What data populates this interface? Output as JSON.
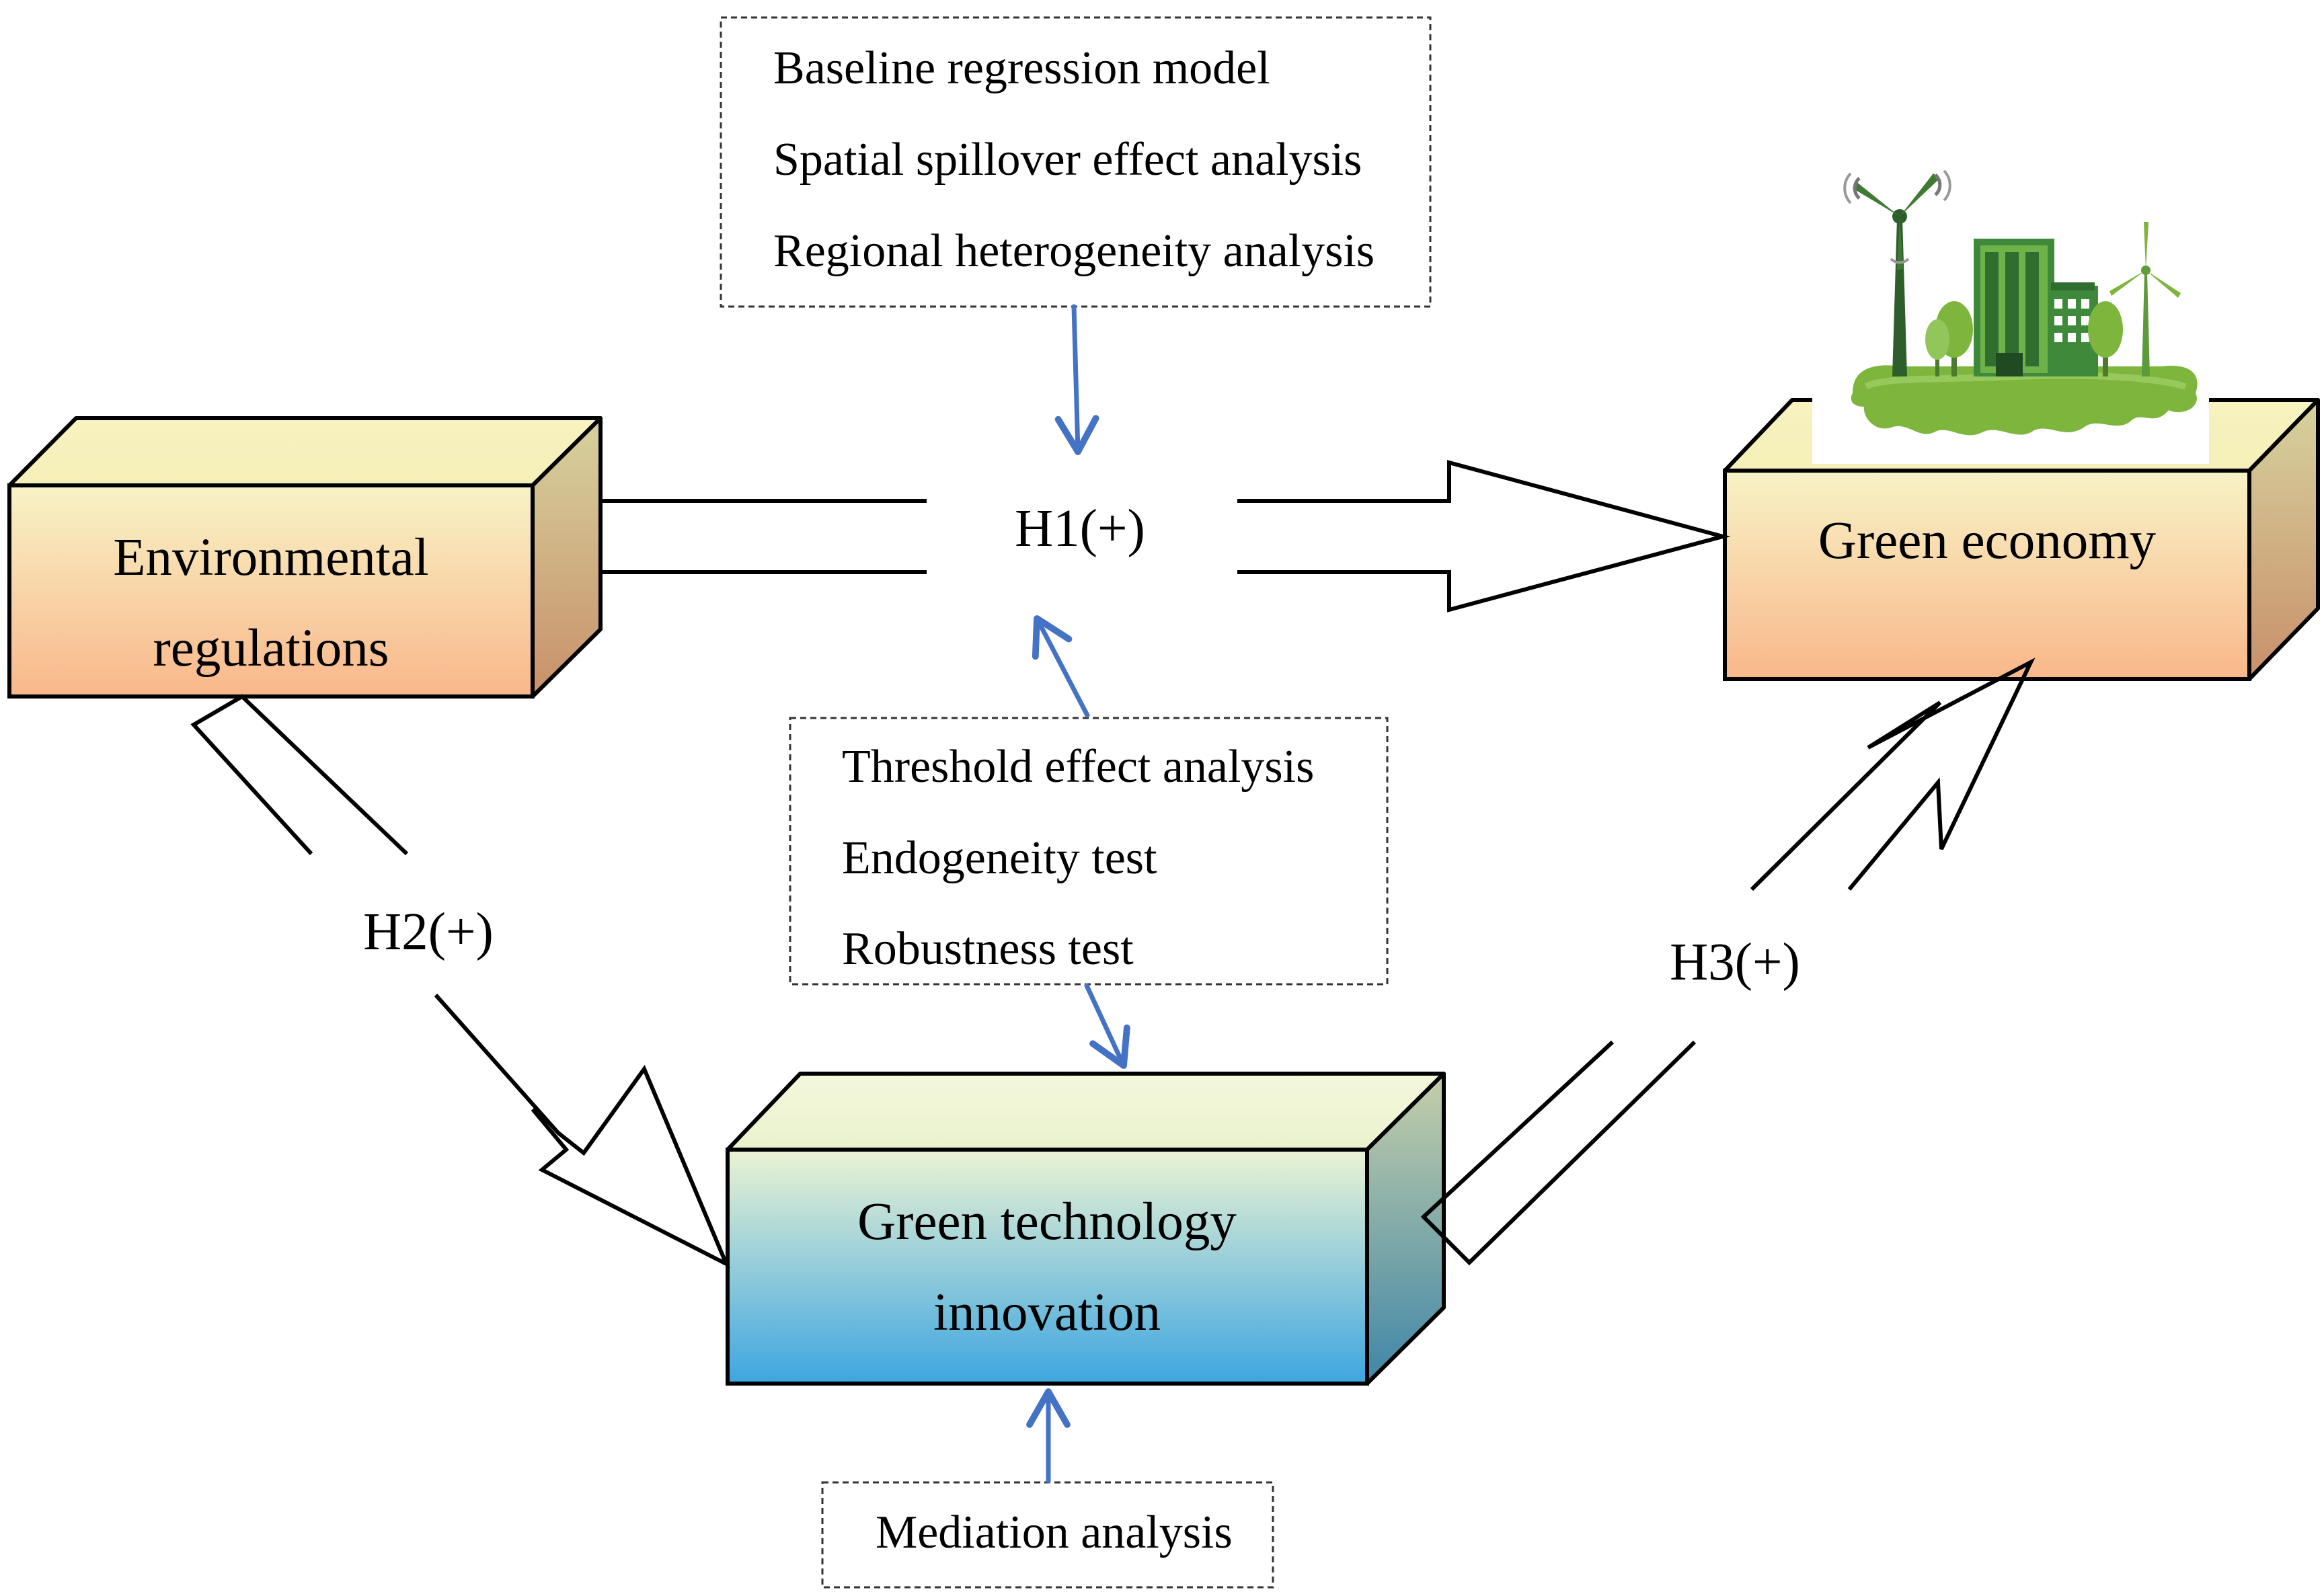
{
  "boxes": {
    "environmental": {
      "line1": "Environmental",
      "line2": "regulations"
    },
    "green_economy": {
      "label": "Green economy"
    },
    "green_tech": {
      "line1": "Green technology",
      "line2": "innovation"
    }
  },
  "hypotheses": {
    "h1": "H1(+)",
    "h2": "H2(+)",
    "h3": "H3(+)"
  },
  "method_boxes": {
    "top": [
      "Baseline regression model",
      "Spatial spillover effect analysis",
      "Regional heterogeneity analysis"
    ],
    "middle": [
      "Threshold effect analysis",
      "Endogeneity test",
      "Robustness test"
    ],
    "bottom": [
      "Mediation analysis"
    ]
  },
  "colors": {
    "arrow_blue": "#4472C4",
    "box_orange_top": "#F6F2C4",
    "box_orange_bottom": "#F8B98C",
    "box_blue_top": "#EEF4D4",
    "box_blue_bottom": "#3FA7E0",
    "city_green": "#7DB53D"
  }
}
